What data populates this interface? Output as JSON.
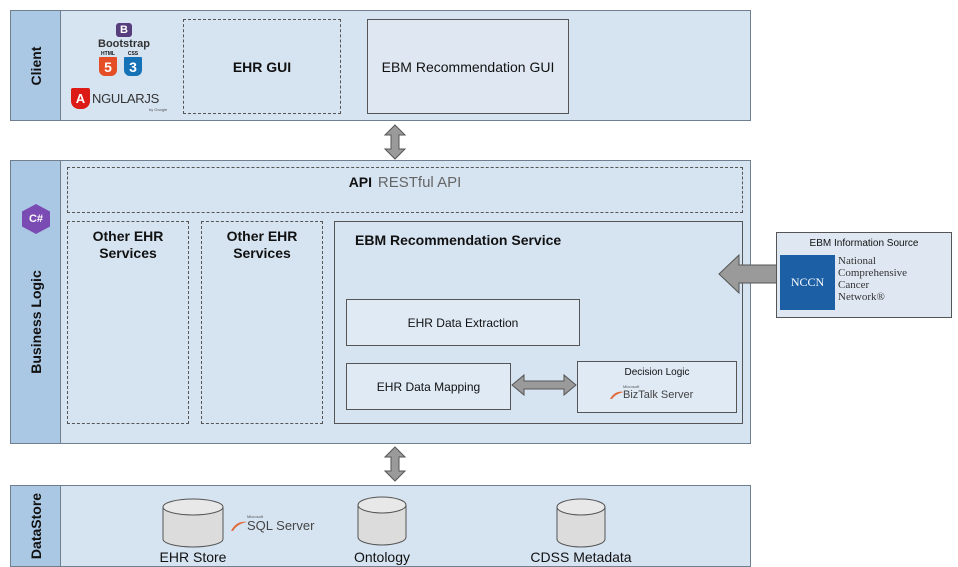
{
  "layers": {
    "client": "Client",
    "business": "Business Logic",
    "datastore": "DataStore"
  },
  "client": {
    "bootstrap_letter": "B",
    "bootstrap_label": "Bootstrap",
    "html_label": "HTML",
    "html_glyph": "5",
    "css_label": "CSS",
    "css_glyph": "3",
    "angular_letter": "A",
    "angular_text": "NGULARJS",
    "angular_sub": "by Google",
    "ehr_gui": "EHR GUI",
    "ebm_gui": "EBM Recommendation GUI"
  },
  "business": {
    "csharp_glyph": "C#",
    "api_bold": "API",
    "api_rest": "RESTful API",
    "other1": "Other EHR Services",
    "other2": "Other EHR Services",
    "ebm_service": "EBM Recommendation Service",
    "extraction": "EHR Data Extraction",
    "mapping": "EHR Data Mapping",
    "decision": "Decision Logic",
    "biztalk_ms": "Microsoft",
    "biztalk": "BizTalk Server"
  },
  "source": {
    "title": "EBM Information Source",
    "nccn": "NCCN",
    "line1": "National",
    "line2": "Comprehensive",
    "line3": "Cancer",
    "line4": "Network®"
  },
  "datastore": {
    "ehr_store": "EHR Store",
    "sql_ms": "Microsoft",
    "sql_server": "SQL Server",
    "ontology": "Ontology",
    "cdss": "CDSS Metadata"
  },
  "colors": {
    "layer_bg": "#d6e4f2",
    "side_bg": "#aac8e4",
    "arrow_fill": "#9a9a9a"
  }
}
